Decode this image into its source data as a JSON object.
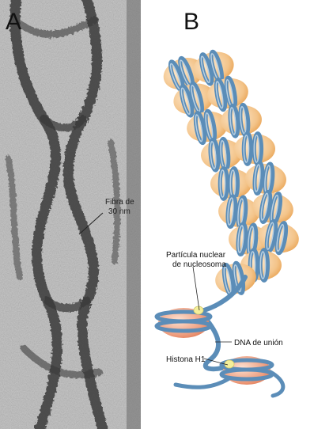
{
  "panels": {
    "a_letter": "A",
    "b_letter": "B"
  },
  "micrograph": {
    "label_line1": "Fibra de",
    "label_line2": "30 nm"
  },
  "diagram": {
    "label_core_line1": "Partícula nuclear",
    "label_core_line2": "de nucleosoma",
    "label_linker": "DNA de unión",
    "label_h1": "Histona H1"
  },
  "colors": {
    "background": "#ffffff",
    "micrograph_bg": "#b9b9b9",
    "fiber": "#3a3a3a",
    "histone_orange": "#f0b266",
    "histone_light": "#fde9cf",
    "dna_blue": "#5b8db8",
    "dna_light": "#b9d0e2",
    "histone_red": "#e98a6a",
    "h1_yellow": "#f4ef9a"
  }
}
